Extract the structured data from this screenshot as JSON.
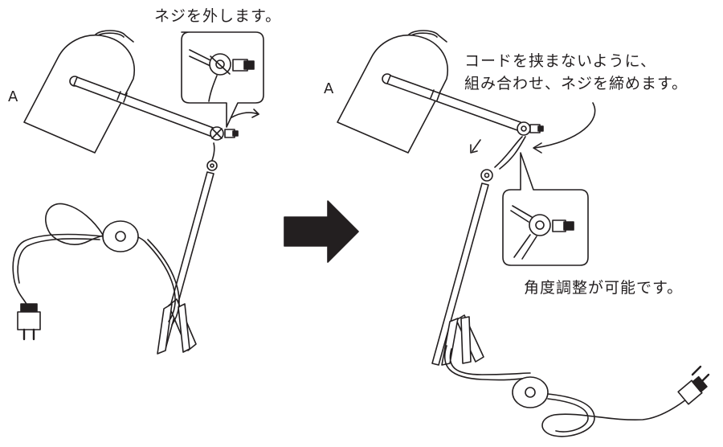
{
  "labels": {
    "step1_caption": "ネジを外します。",
    "step2_caption_line1": "コードを挟まないように、",
    "step2_caption_line2": "組み合わせ、ネジを締めます。",
    "angle_caption": "角度調整が可能です。",
    "part_a_left": "A",
    "part_a_right": "A"
  },
  "colors": {
    "ink": "#231f20",
    "background": "#ffffff"
  }
}
